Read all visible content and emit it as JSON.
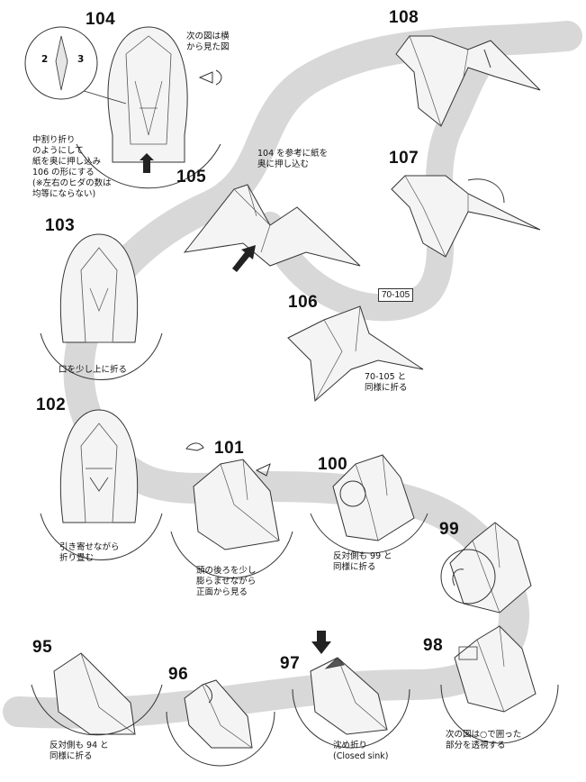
{
  "steps": {
    "s95": {
      "number": "95"
    },
    "s96": {
      "number": "96"
    },
    "s97": {
      "number": "97"
    },
    "s98": {
      "number": "98"
    },
    "s99": {
      "number": "99"
    },
    "s100": {
      "number": "100"
    },
    "s101": {
      "number": "101"
    },
    "s102": {
      "number": "102"
    },
    "s103": {
      "number": "103"
    },
    "s104": {
      "number": "104"
    },
    "s105": {
      "number": "105"
    },
    "s106": {
      "number": "106"
    },
    "s107": {
      "number": "107"
    },
    "s108": {
      "number": "108"
    }
  },
  "notes": {
    "n104_side": "次の図は横\nから見た図",
    "n104_inside": "中割り折り\nのようにして\n紙を奥に押し込み\n106 の形にする\n(※左右のヒダの数は\n均等にならない)",
    "n105": "104 を参考に紙を\n奥に押し込む",
    "n103": "口を少し上に折る",
    "n106": "70-105 と\n同様に折る",
    "n106_ref": "70-105",
    "n102": "引き寄せながら\n折り畳む",
    "n101": "頭の後ろを少し\n膨らませながら\n正面から見る",
    "n100": "反対側も 99 と\n同様に折る",
    "n98": "次の図は○で囲った\n部分を透視する",
    "n97": "沈め折り\n(Closed sink)",
    "n95": "反対側も 94 と\n同様に折る"
  },
  "inset_labels": {
    "left": "2",
    "right": "3"
  },
  "colors": {
    "path": "#d8d8d8",
    "line": "#333333",
    "paper": "#f4f4f4",
    "dark": "#555555"
  }
}
